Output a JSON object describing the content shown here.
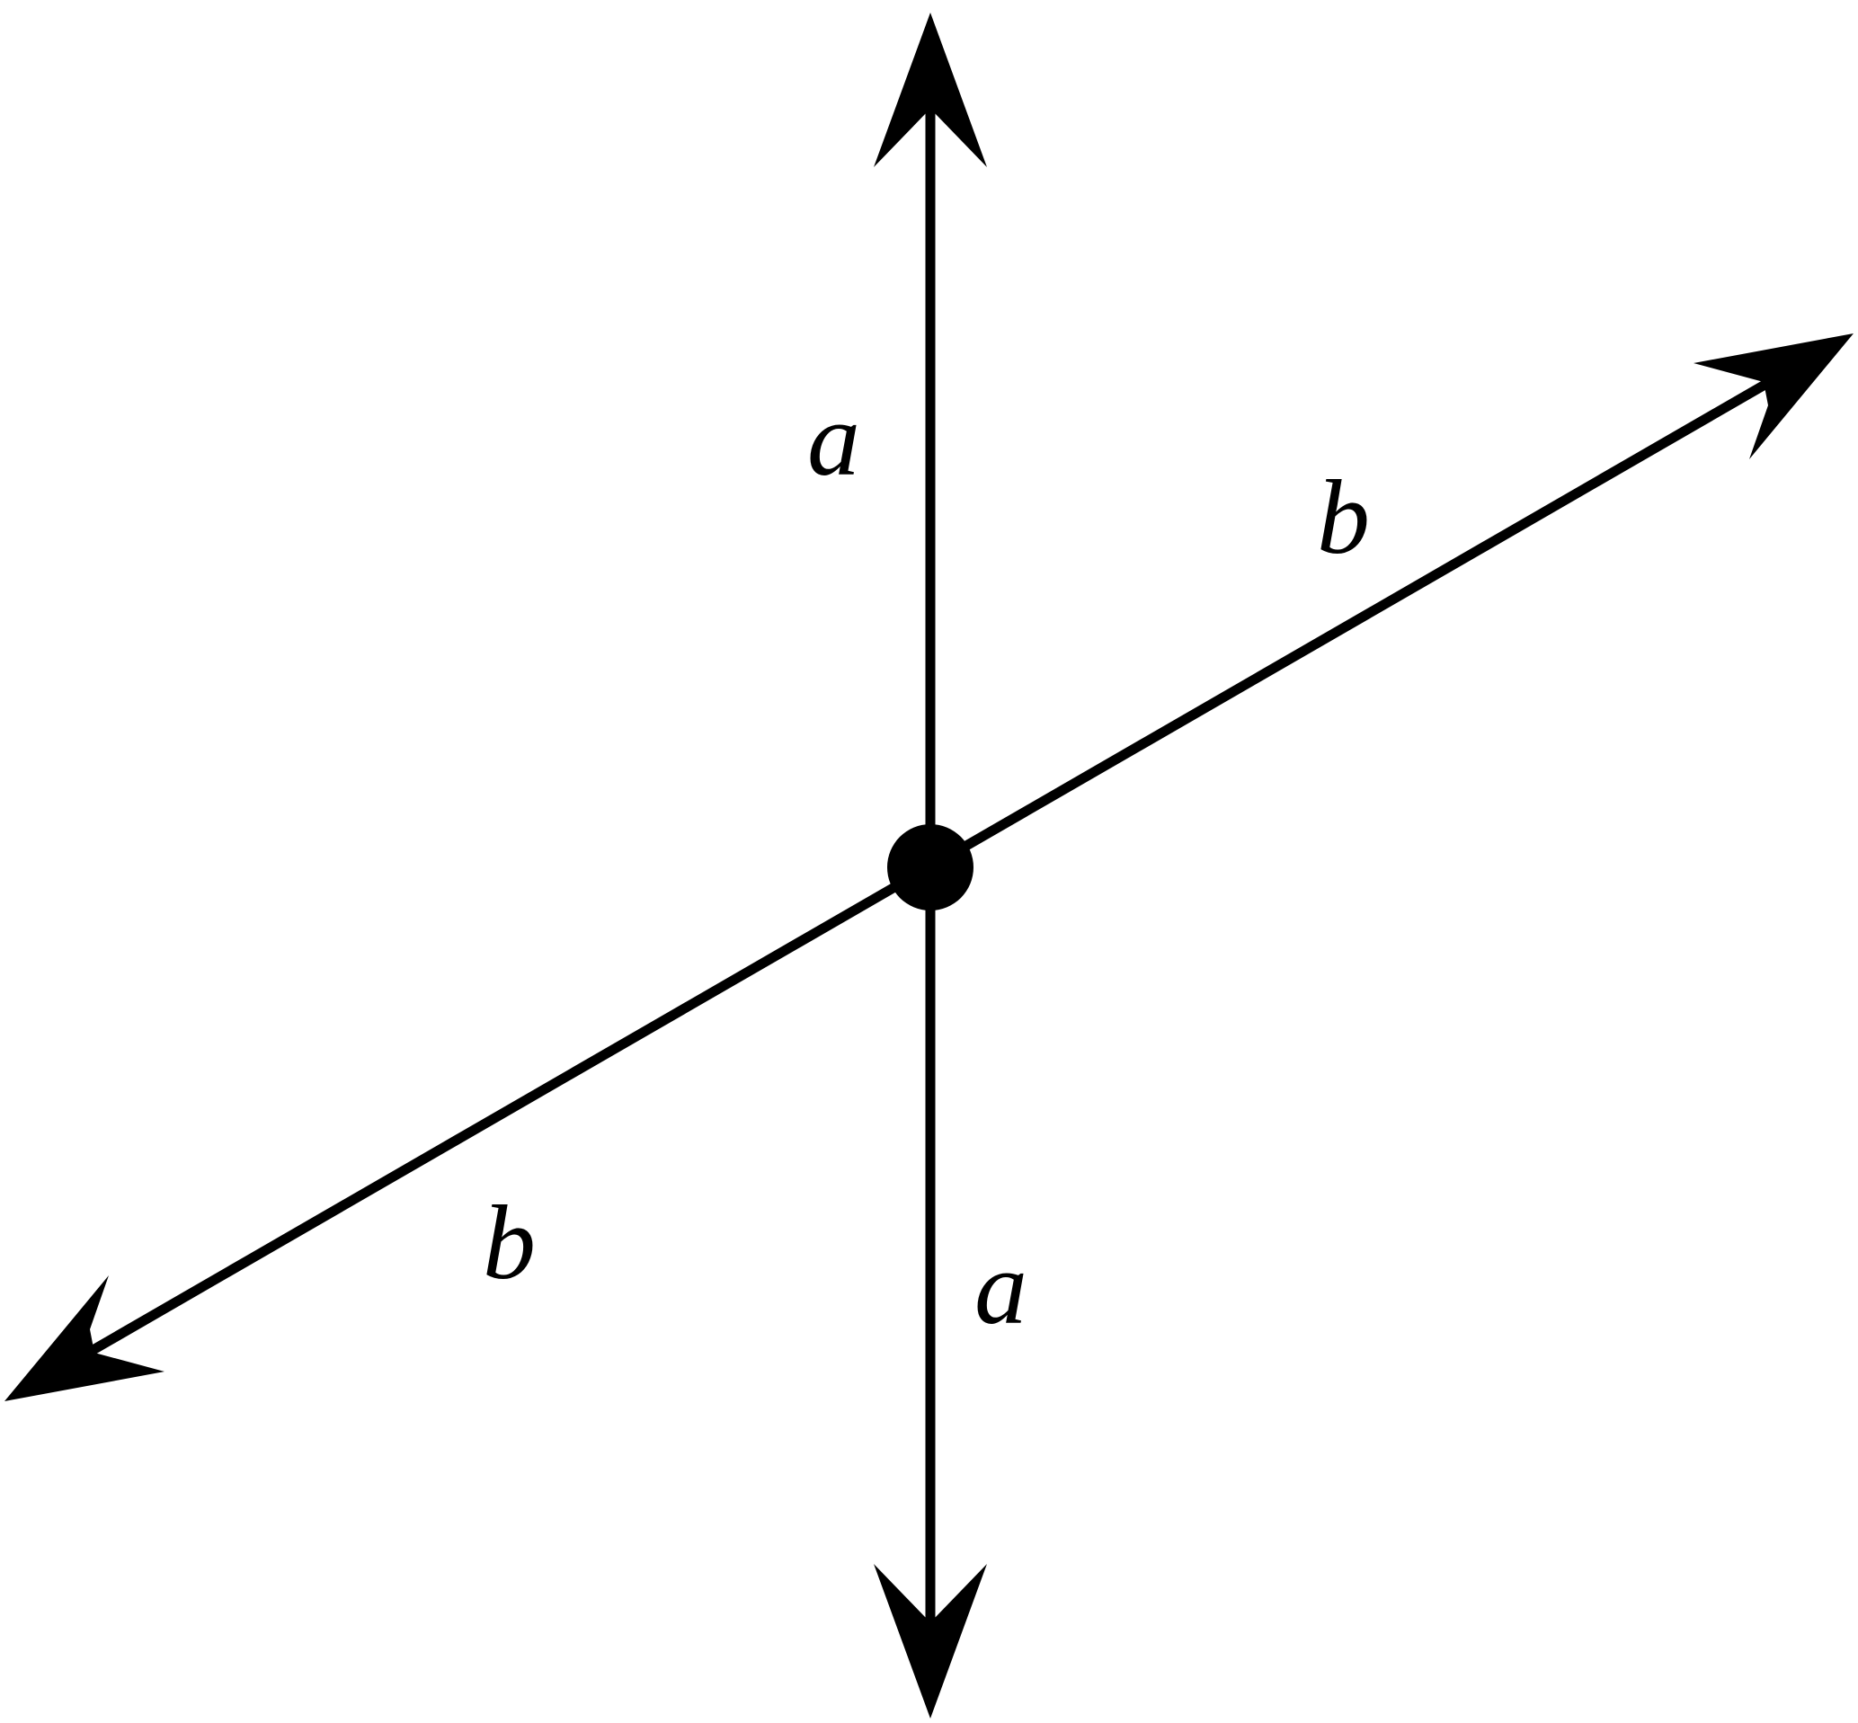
{
  "diagram": {
    "lines": [
      {
        "id": "a",
        "labels": [
          "a",
          "a"
        ],
        "arrows": [
          "up",
          "down"
        ]
      },
      {
        "id": "b",
        "labels": [
          "b",
          "b"
        ],
        "arrows": [
          "upper-right",
          "lower-left"
        ]
      }
    ],
    "intersection": {
      "marker": "filled-dot"
    },
    "colors": {
      "stroke": "#000000",
      "background": "#ffffff"
    }
  }
}
